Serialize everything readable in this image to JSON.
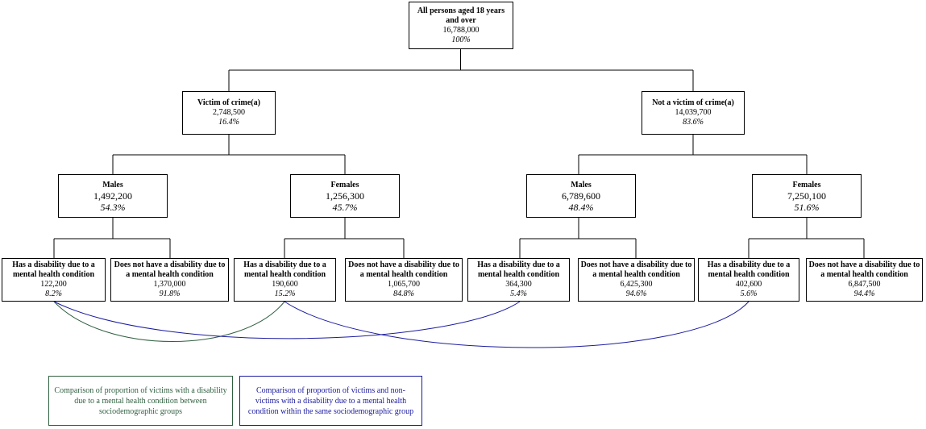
{
  "root": {
    "title": "All persons aged 18 years and over",
    "value": "16,788,000",
    "pct": "100%"
  },
  "level1": [
    {
      "title": "Victim of crime(a)",
      "value": "2,748,500",
      "pct": "16.4%"
    },
    {
      "title": "Not a victim of crime(a)",
      "value": "14,039,700",
      "pct": "83.6%"
    }
  ],
  "level2": [
    {
      "title": "Males",
      "value": "1,492,200",
      "pct": "54.3%"
    },
    {
      "title": "Females",
      "value": "1,256,300",
      "pct": "45.7%"
    },
    {
      "title": "Males",
      "value": "6,789,600",
      "pct": "48.4%"
    },
    {
      "title": "Females",
      "value": "7,250,100",
      "pct": "51.6%"
    }
  ],
  "level3": [
    {
      "title": "Has a disability due to a mental health condition",
      "value": "122,200",
      "pct": "8.2%"
    },
    {
      "title": "Does not have a disability due to a mental health condition",
      "value": "1,370,000",
      "pct": "91.8%"
    },
    {
      "title": "Has a disability due to a mental health condition",
      "value": "190,600",
      "pct": "15.2%"
    },
    {
      "title": "Does not have a disability due to a mental health condition",
      "value": "1,065,700",
      "pct": "84.8%"
    },
    {
      "title": "Has a disability due to a mental health condition",
      "value": "364,300",
      "pct": "5.4%"
    },
    {
      "title": "Does not have a disability due to a mental health condition",
      "value": "6,425,300",
      "pct": "94.6%"
    },
    {
      "title": "Has a disability due to a mental health condition",
      "value": "402,600",
      "pct": "5.6%"
    },
    {
      "title": "Does not have a disability due to a mental health condition",
      "value": "6,847,500",
      "pct": "94.4%"
    }
  ],
  "legend": {
    "green": "Comparison of proportion of victims with a disability due to a mental health condition between sociodemographic groups",
    "blue": "Comparison of proportion of victims and non-victims with a disability due to a mental health condition within the same sociodemographic group"
  },
  "colors": {
    "green": "#2f5f3f",
    "blue": "#1a1aa0",
    "line": "#000000"
  }
}
